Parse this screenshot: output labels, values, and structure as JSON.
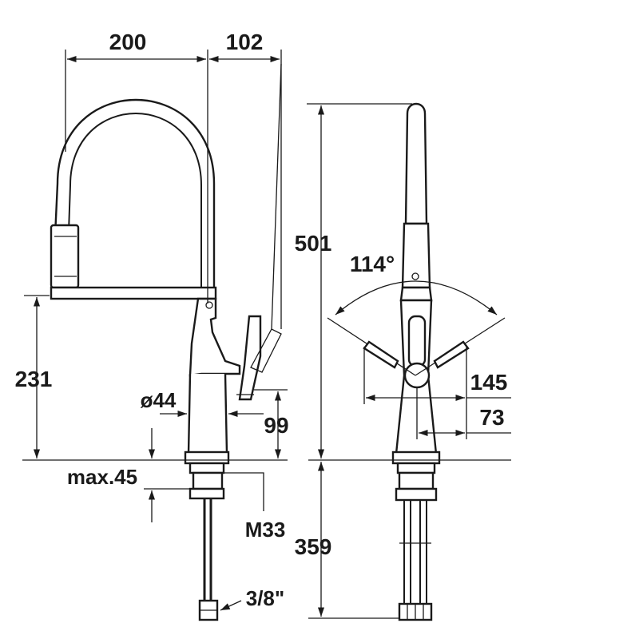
{
  "drawing": {
    "front_view": {
      "dim_width_spout": "200",
      "dim_width_handle": "102",
      "dim_height_spout": "231",
      "dim_diameter_body": "ø44",
      "dim_height_handle": "99",
      "dim_max_thickness": "max.45",
      "dim_thread": "M33",
      "dim_connection": "3/8\""
    },
    "side_view": {
      "dim_total_height": "501",
      "dim_rotation_angle": "114°",
      "dim_handle_reach": "145",
      "dim_half_reach": "73",
      "dim_under_counter": "359"
    }
  }
}
